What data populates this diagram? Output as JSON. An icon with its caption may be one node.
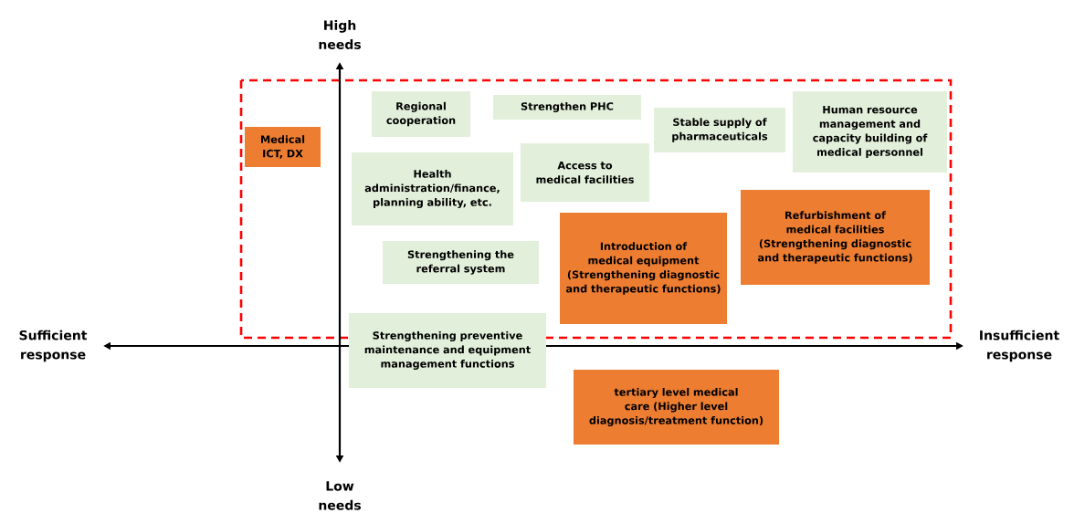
{
  "diagram": {
    "nodes": [
      {
        "text": [
          "Medical ICT, DX"
        ]
      },
      {
        "text": [
          "Regional cooperation"
        ]
      },
      {
        "text": [
          "Strengthen PHC"
        ]
      },
      {
        "text": [
          "Stable supply of pharmaceuticals"
        ]
      },
      {
        "text": [
          "Human resource management and capacity building of medical personnel"
        ]
      },
      {
        "text": [
          "Health administration/finance, planning ability, etc."
        ]
      },
      {
        "text": [
          "Access to medical facilities"
        ]
      },
      {
        "text": [
          "Strengthening the referral system"
        ]
      },
      {
        "text": [
          "Introduction of medical equipment (Strengthening diagnostic and therapeutic functions)"
        ]
      },
      {
        "text": [
          "Refurbishment of medical facilities (Strengthening diagnostic and therapeutic functions)"
        ]
      },
      {
        "text": [
          "Strengthening preventive maintenance and equipment management functions"
        ]
      },
      {
        "text": [
          "tertiary level medical care (Higher level diagnosis/treatment function)"
        ]
      }
    ],
    "edges": [],
    "labels": [
      "High needs",
      "Sufficient response",
      "Insufficient response",
      "Low needs"
    ]
  }
}
